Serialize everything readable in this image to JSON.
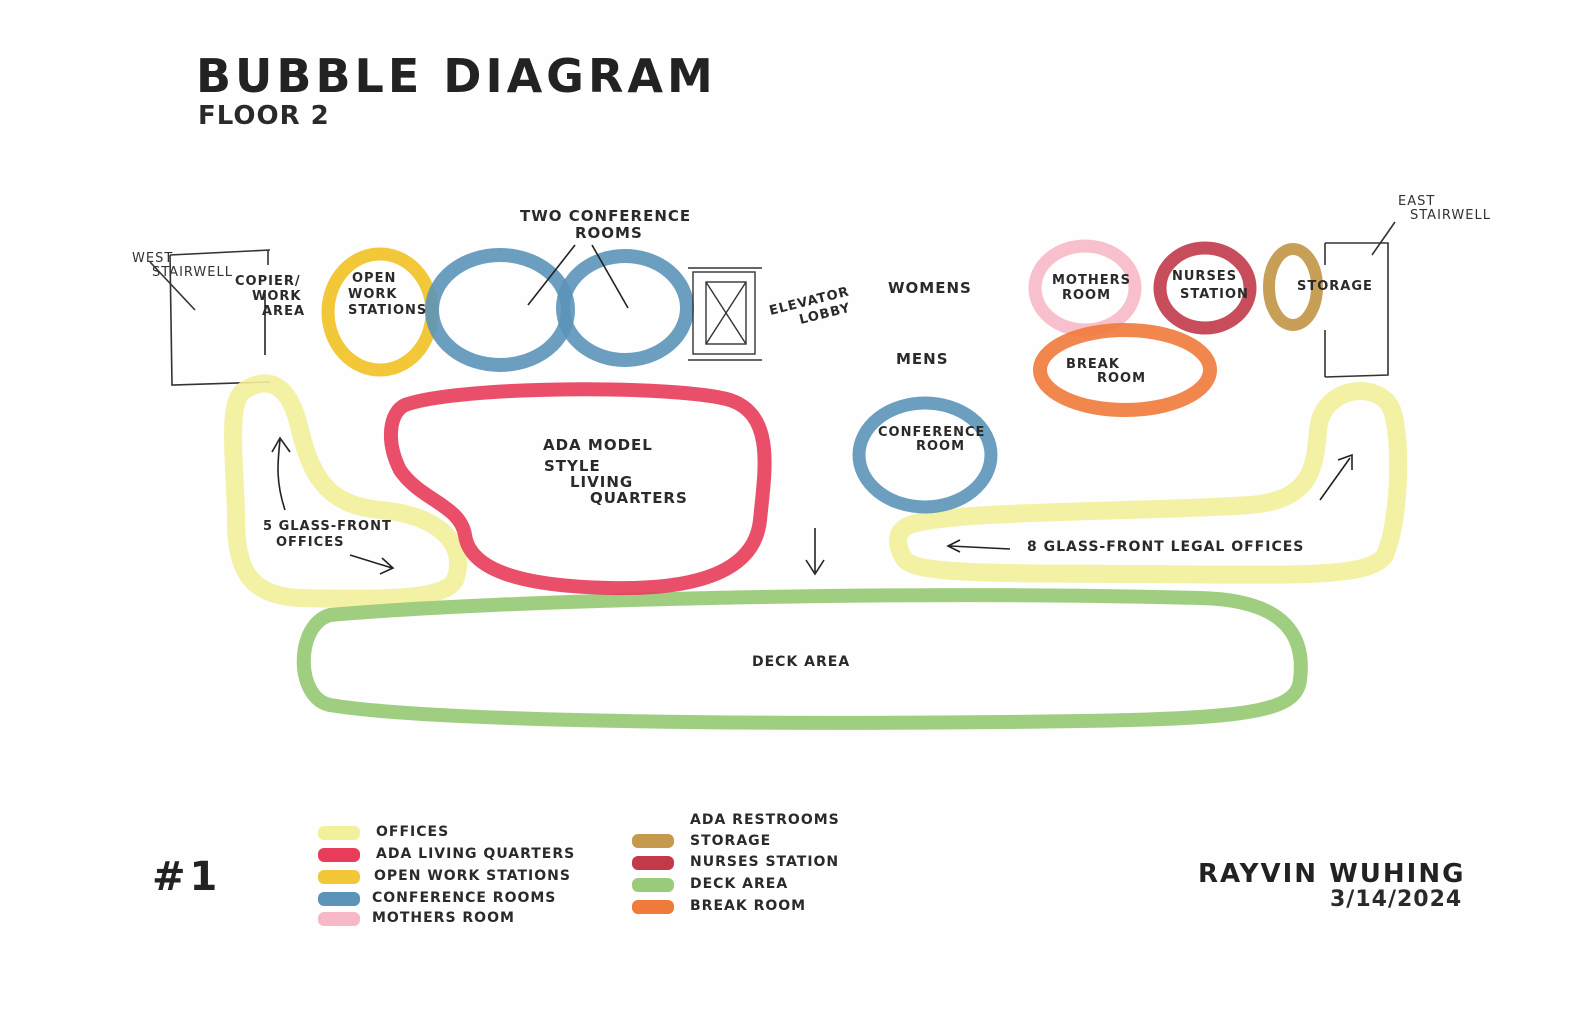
{
  "title": "BUBBLE DIAGRAM",
  "subtitle": "FLOOR 2",
  "sheet_number": "#1",
  "author": "RAYVIN WUHING",
  "date": "3/14/2024",
  "colors": {
    "offices": "#f2f09a",
    "ada_living": "#e83c5a",
    "open_work": "#f2c838",
    "conference": "#5b94b8",
    "mothers": "#f7b8c8",
    "ada_restrooms": "#c59a4e",
    "storage": "#c59a4e",
    "nurses": "#c23a4a",
    "deck": "#9acb7a",
    "break": "#f07a3a"
  },
  "labels": {
    "west_stairwell": "WEST STAIRWELL",
    "copier": "COPIER/ WORK AREA",
    "open_work": "OPEN WORK STATIONS",
    "two_conference": "TWO CONFERENCE ROOMS",
    "elevator": "ELEVATOR LOBBY",
    "womens": "WOMENS",
    "mens": "MENS",
    "mothers": "MOTHERS ROOM",
    "nurses": "NURSES STATION",
    "storage": "STORAGE",
    "east_stairwell": "EAST STAIRWELL",
    "break": "BREAK ROOM",
    "ada_living": "ADA MODEL STYLE LIVING QUARTERS",
    "conference": "CONFERENCE ROOM",
    "five_offices": "5 GLASS-FRONT OFFICES",
    "eight_offices": "8 GLASS-FRONT LEGAL OFFICES",
    "deck": "DECK AREA"
  },
  "legend": {
    "left": [
      {
        "label": "OFFICES",
        "color": "#f2f09a"
      },
      {
        "label": "ADA LIVING QUARTERS",
        "color": "#e83c5a"
      },
      {
        "label": "OPEN WORK STATIONS",
        "color": "#f2c838"
      },
      {
        "label": "CONFERENCE ROOMS",
        "color": "#5b94b8"
      },
      {
        "label": "MOTHERS ROOM",
        "color": "#f7b8c8"
      }
    ],
    "right": [
      {
        "label": "ADA RESTROOMS",
        "color": "#ffffff"
      },
      {
        "label": "STORAGE",
        "color": "#c59a4e"
      },
      {
        "label": "NURSES STATION",
        "color": "#c23a4a"
      },
      {
        "label": "DECK AREA",
        "color": "#9acb7a"
      },
      {
        "label": "BREAK ROOM",
        "color": "#f07a3a"
      }
    ]
  }
}
